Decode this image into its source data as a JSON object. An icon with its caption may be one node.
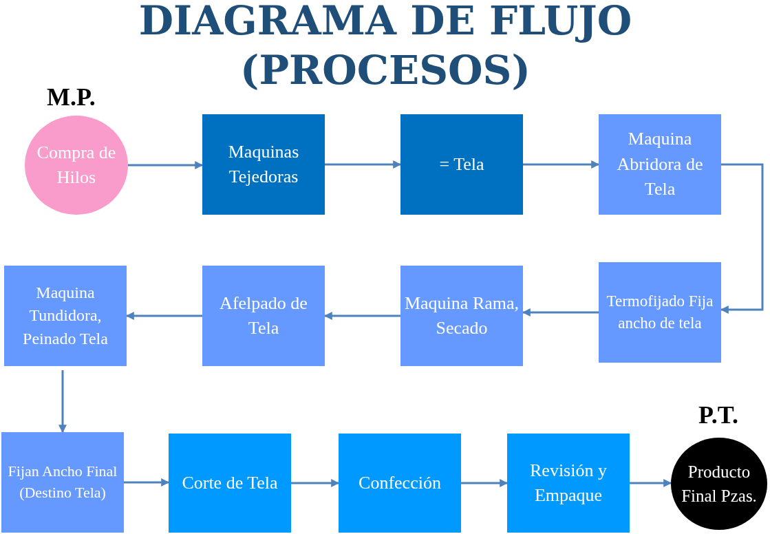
{
  "diagram": {
    "title": "DIAGRAMA DE FLUJO (PROCESOS)",
    "nodes": [
      {
        "text": [
          "Compra de Hilos"
        ],
        "beside": [
          "M.P."
        ]
      },
      {
        "text": [
          "Maquinas Tejedoras"
        ]
      },
      {
        "text": [
          "=  Tela"
        ]
      },
      {
        "text": [
          "Maquina Abridora de Tela"
        ]
      },
      {
        "text": [
          "Termofijado Fija ancho de tela"
        ]
      },
      {
        "text": [
          "Maquina Rama, Secado"
        ]
      },
      {
        "text": [
          "Afelpado de Tela"
        ]
      },
      {
        "text": [
          "Maquina Tundidora, Peinado Tela"
        ]
      },
      {
        "text": [
          "Fijan Ancho Final (Destino Tela)"
        ]
      },
      {
        "text": [
          "Corte de Tela"
        ]
      },
      {
        "text": [
          "Confección"
        ]
      },
      {
        "text": [
          "Revisión y Empaque"
        ]
      },
      {
        "text": [
          "Producto Final Pzas."
        ],
        "beside": [
          "P.T."
        ]
      }
    ],
    "edges": [
      {
        "from": 0,
        "to": 1,
        "arrow": "to"
      },
      {
        "from": 1,
        "to": 2,
        "arrow": "to"
      },
      {
        "from": 2,
        "to": 3,
        "arrow": "to"
      },
      {
        "from": 3,
        "to": 4,
        "arrow": "to"
      },
      {
        "from": 4,
        "to": 5,
        "arrow": "to"
      },
      {
        "from": 5,
        "to": 6,
        "arrow": "to"
      },
      {
        "from": 6,
        "to": 7,
        "arrow": "to"
      },
      {
        "from": 7,
        "to": 8,
        "arrow": "to"
      },
      {
        "from": 8,
        "to": 9,
        "arrow": "to"
      },
      {
        "from": 9,
        "to": 10,
        "arrow": "to"
      },
      {
        "from": 10,
        "to": 11,
        "arrow": "to"
      },
      {
        "from": 11,
        "to": 12,
        "arrow": "to"
      }
    ]
  }
}
